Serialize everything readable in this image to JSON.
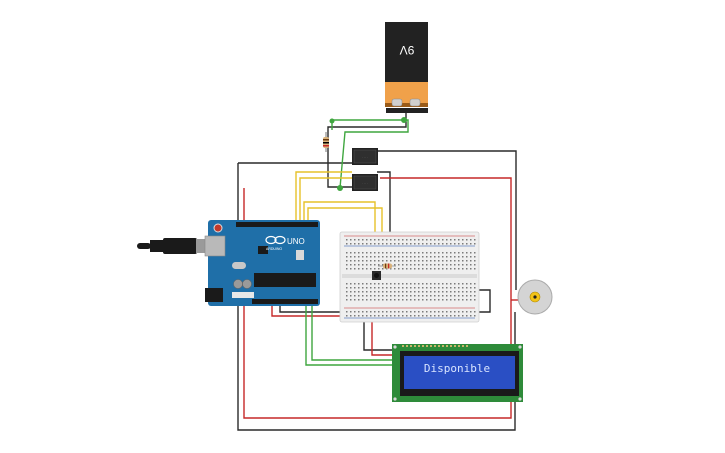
{
  "battery": {
    "label": "9V"
  },
  "arduino": {
    "brand": "UNO",
    "logo_text": "ARDUINO"
  },
  "lcd": {
    "message": "Disponible"
  },
  "colors": {
    "wire_black": "#2a2a2a",
    "wire_red": "#c62828",
    "wire_green": "#3fa63f",
    "wire_yellow": "#e6c22a",
    "arduino_board": "#1f6fa8",
    "lcd_pcb": "#2e8b3a",
    "lcd_screen": "#2a4fc4",
    "lcd_text": "#d8e4ff",
    "battery_top": "#222222",
    "battery_body": "#f0a14a",
    "breadboard": "#efefef"
  },
  "icons": {
    "battery": "battery-9v-icon",
    "motor": "dc-motor-icon",
    "relay": "relay-module-icon",
    "button": "push-button-icon",
    "resistor": "resistor-icon",
    "usb": "usb-plug-icon"
  }
}
